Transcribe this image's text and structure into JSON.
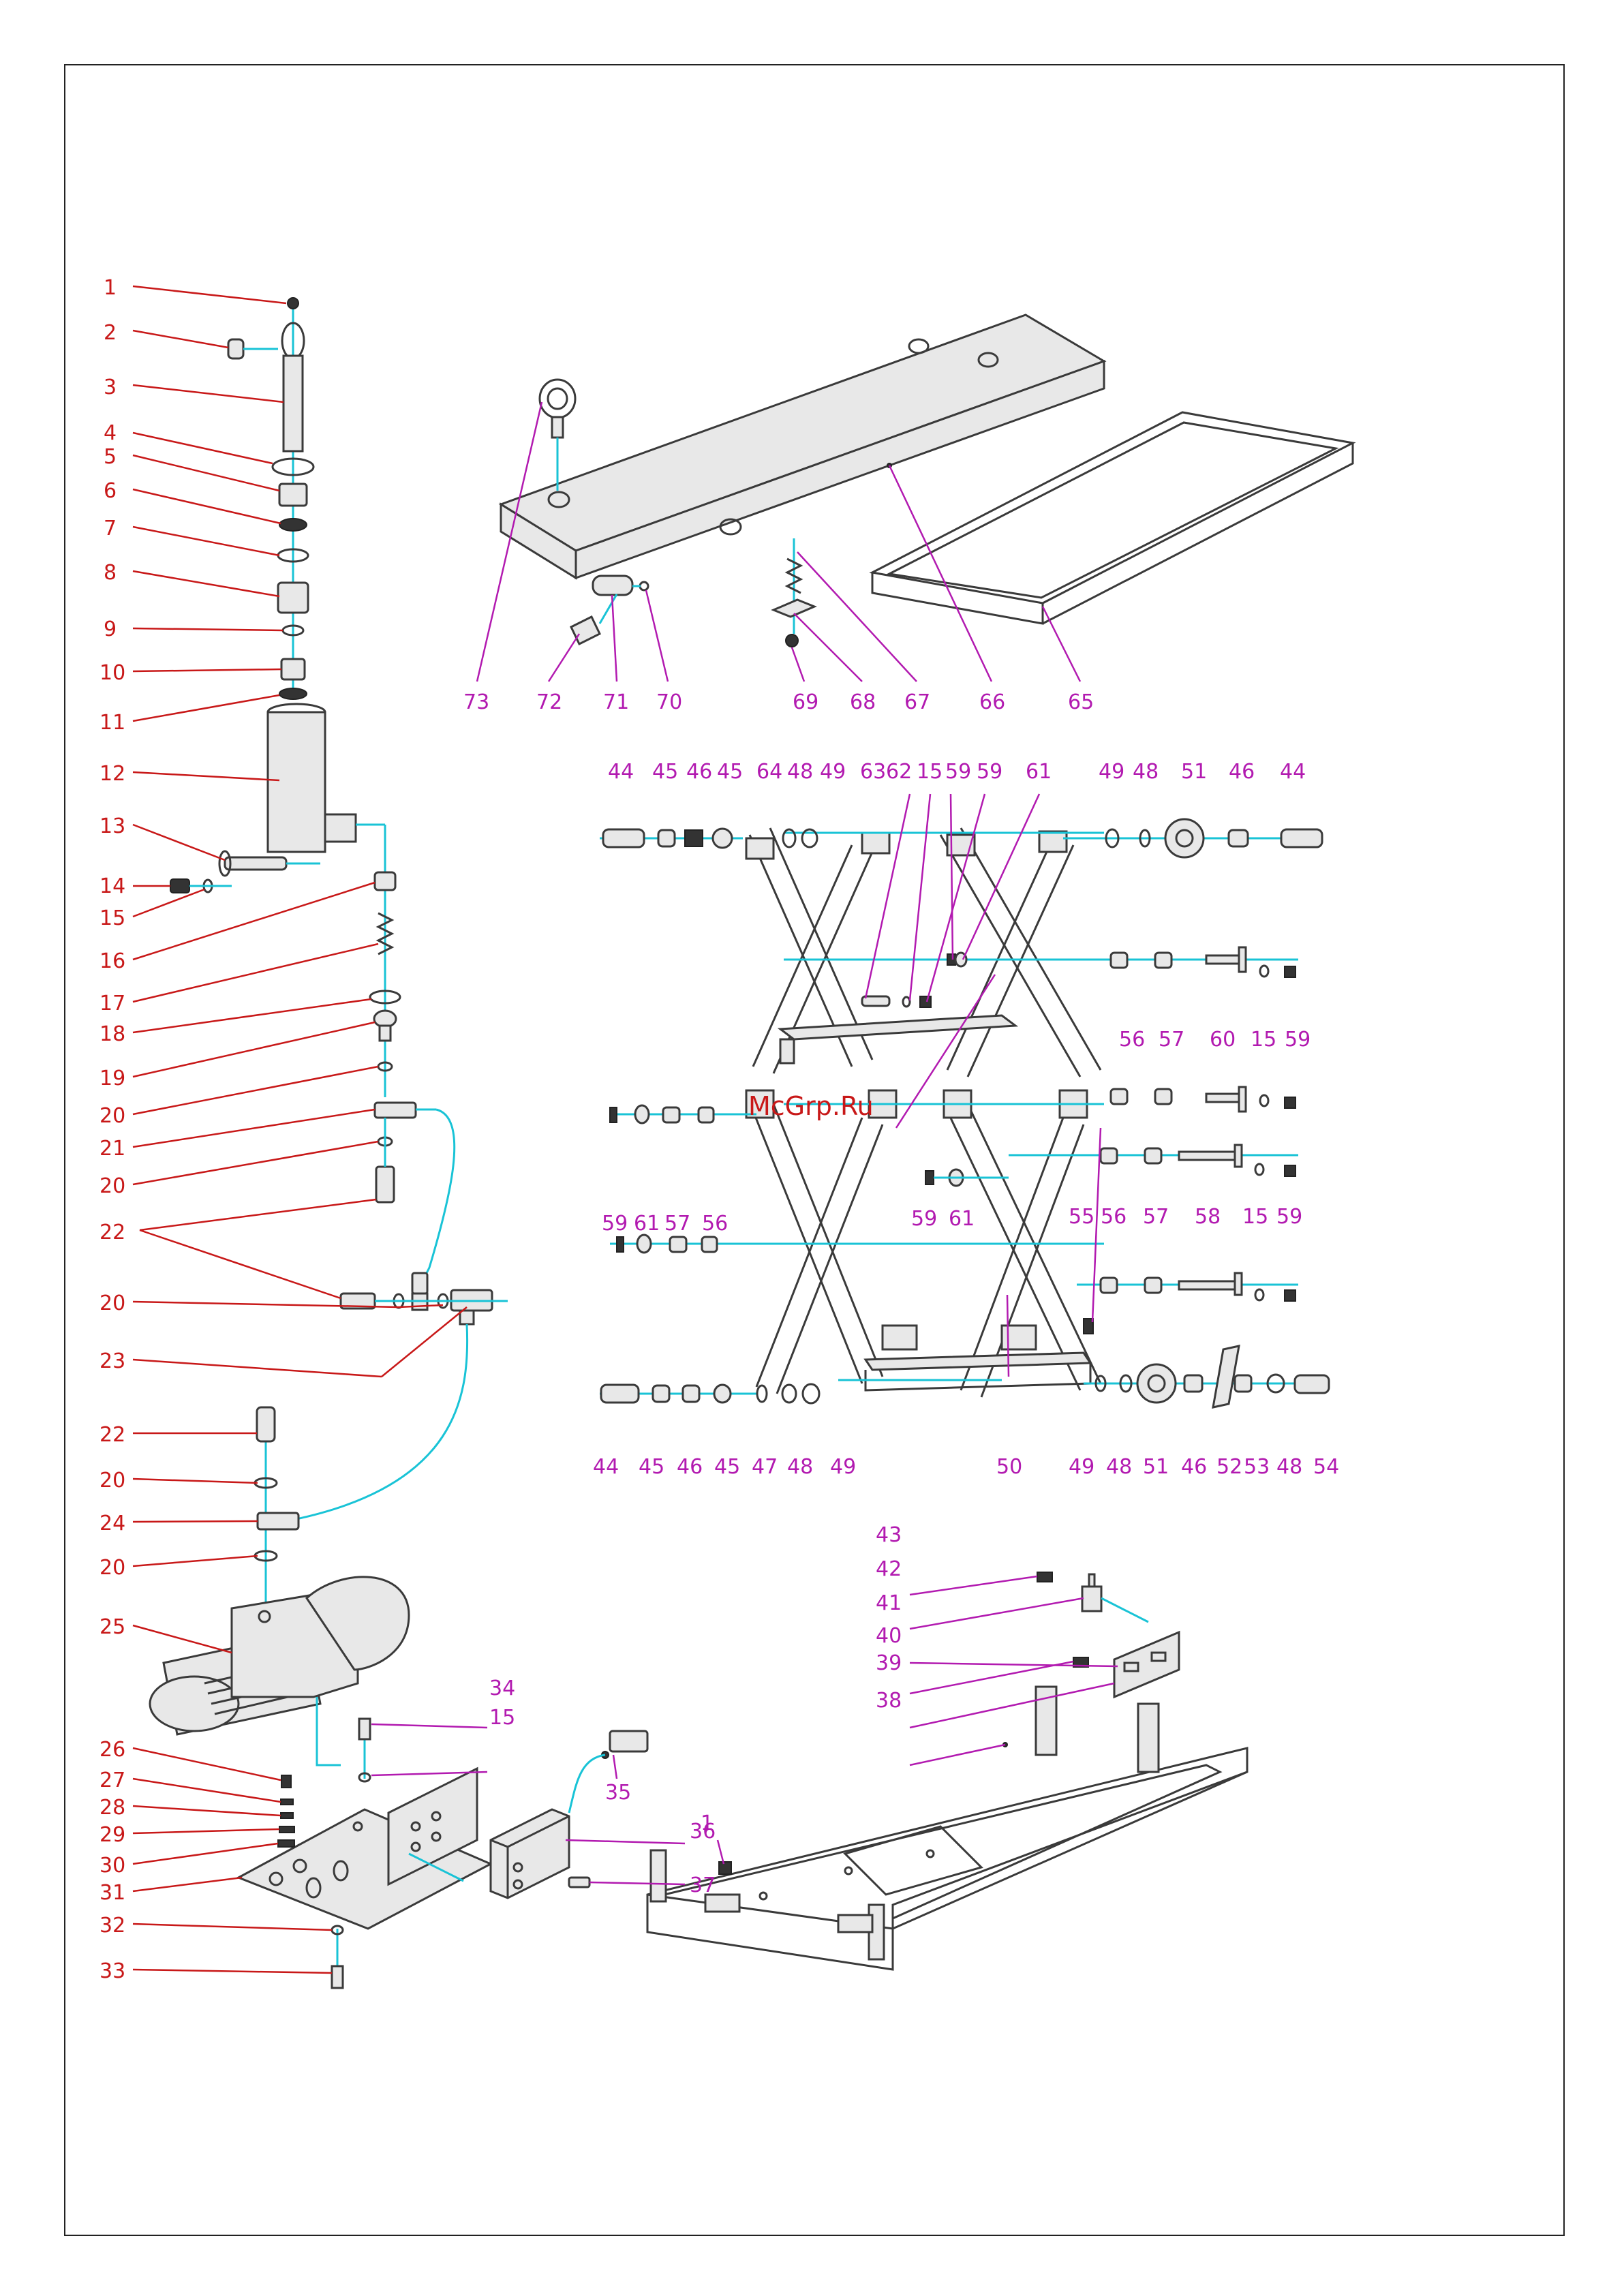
{
  "watermark": "McGrp.Ru",
  "colors": {
    "label_left": "#c81818",
    "label_right": "#b21ab0",
    "link": "#19c3d6",
    "line": "#3a3a3a"
  },
  "left_labels": [
    "1",
    "2",
    "3",
    "4",
    "5",
    "6",
    "7",
    "8",
    "9",
    "10",
    "11",
    "12",
    "13",
    "14",
    "15",
    "16",
    "17",
    "18",
    "19",
    "20",
    "21",
    "20",
    "22",
    "20",
    "23",
    "22",
    "20",
    "24",
    "20",
    "25",
    "26",
    "27",
    "28",
    "29",
    "30",
    "31",
    "32",
    "33"
  ],
  "top_labels": [
    "73",
    "72",
    "71",
    "70",
    "69",
    "68",
    "67",
    "66",
    "65"
  ],
  "row1_labels": [
    "44",
    "45",
    "46",
    "45",
    "64",
    "48",
    "49",
    "63",
    "62",
    "15",
    "59",
    "59",
    "61",
    "49",
    "48",
    "51",
    "46",
    "44"
  ],
  "mid_right_upper": [
    "56",
    "57",
    "60",
    "15",
    "59"
  ],
  "mid_left": [
    "59",
    "61",
    "57",
    "56"
  ],
  "mid_center": [
    "59",
    "61"
  ],
  "mid_right_lower": [
    "55",
    "56",
    "57",
    "58",
    "15",
    "59"
  ],
  "bottom_row_labels": [
    "44",
    "45",
    "46",
    "45",
    "47",
    "48",
    "49",
    "50",
    "49",
    "48",
    "51",
    "46",
    "52",
    "53",
    "48",
    "54"
  ],
  "motor_labels": [
    "34",
    "15",
    "35",
    "36",
    "37"
  ],
  "base_labels": [
    "43",
    "42",
    "41",
    "40",
    "39",
    "38",
    "1"
  ]
}
